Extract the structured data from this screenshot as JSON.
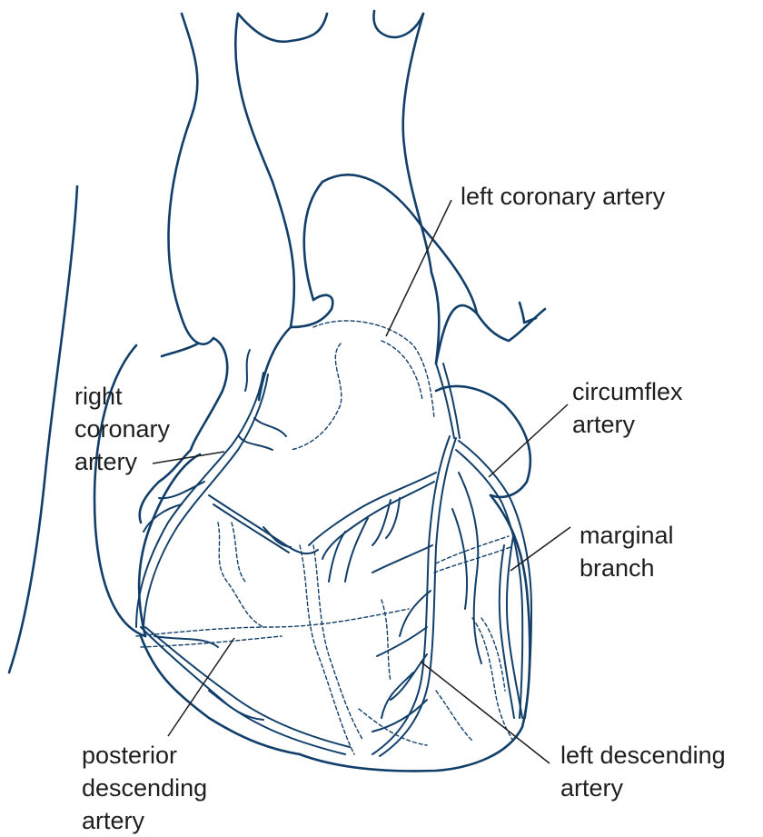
{
  "colors": {
    "outline": "#123f6a",
    "label_text": "#1e1e1e",
    "leader": "#1e1e1e",
    "background": "#ffffff"
  },
  "labels": {
    "left_coronary": [
      "left coronary artery"
    ],
    "right_coronary": [
      "right",
      "coronary",
      "artery"
    ],
    "circumflex": [
      "circumflex",
      "artery"
    ],
    "marginal": [
      "marginal",
      "branch"
    ],
    "posterior_descending": [
      "posterior",
      "descending",
      "artery"
    ],
    "left_descending": [
      "left descending",
      "artery"
    ]
  }
}
